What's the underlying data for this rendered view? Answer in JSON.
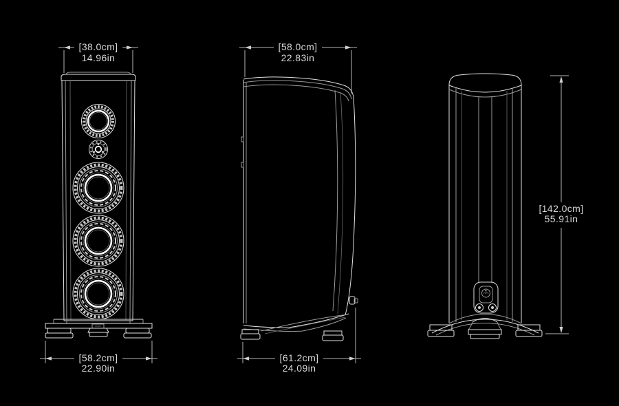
{
  "page": {
    "background": "#000000",
    "line_color": "#e2e2e2",
    "dimension_line_color": "#b6b6b6",
    "text_color": "#d8d8d8"
  },
  "dimensions": {
    "front_width": {
      "cm": "[38.0cm]",
      "inches": "14.96in"
    },
    "front_base_width": {
      "cm": "[58.2cm]",
      "inches": "22.90in"
    },
    "side_depth": {
      "cm": "[58.0cm]",
      "inches": "22.83in"
    },
    "side_base_depth": {
      "cm": "[61.2cm]",
      "inches": "24.09in"
    },
    "height": {
      "cm": "[142.0cm]",
      "inches": "55.91in"
    }
  }
}
